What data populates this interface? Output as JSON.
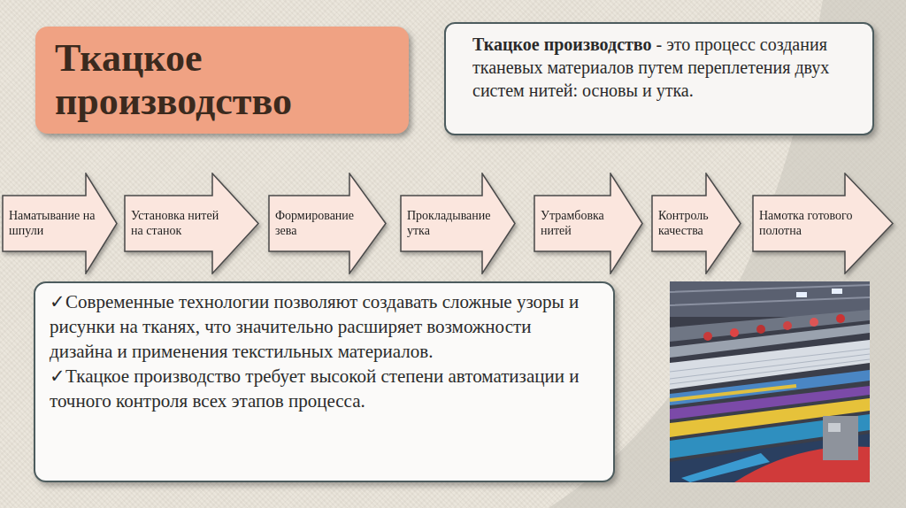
{
  "diagram": {
    "nodes": [
      {
        "text": [
          "Ткацкое производство"
        ]
      },
      {
        "text": [
          "Ткацкое производство",
          "- это процесс создания тканевых материалов путем переплетения двух систем нитей: основы и утка."
        ]
      },
      {
        "text": [
          "Наматывание на шпули"
        ]
      },
      {
        "text": [
          "Установка нитей на станок"
        ]
      },
      {
        "text": [
          "Формирование зева"
        ]
      },
      {
        "text": [
          "Прокладывание утка"
        ]
      },
      {
        "text": [
          "Утрамбовка нитей"
        ]
      },
      {
        "text": [
          "Контроль качества"
        ]
      },
      {
        "text": [
          "Намотка готового полотна"
        ]
      },
      {
        "text": [
          "✓Современные технологии позволяют создавать сложные узоры и рисунки на тканях, что значительно расширяет возможности дизайна и применения текстильных материалов.",
          "✓Ткацкое производство требует высокой степени автоматизации и точного контроля всех этапов процесса."
        ]
      }
    ]
  }
}
